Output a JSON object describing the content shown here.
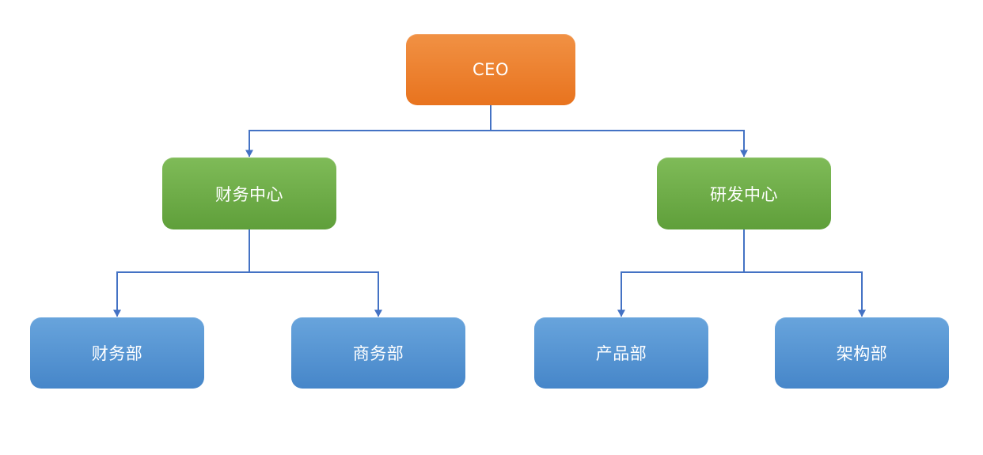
{
  "diagram": {
    "type": "org-chart",
    "nodes": [
      {
        "id": "ceo",
        "label": "CEO",
        "level": 1,
        "color": "orange"
      },
      {
        "id": "finance-center",
        "label": "财务中心",
        "level": 2,
        "parent": "ceo",
        "color": "green"
      },
      {
        "id": "rd-center",
        "label": "研发中心",
        "level": 2,
        "parent": "ceo",
        "color": "green"
      },
      {
        "id": "finance-dept",
        "label": "财务部",
        "level": 3,
        "parent": "finance-center",
        "color": "blue"
      },
      {
        "id": "business-dept",
        "label": "商务部",
        "level": 3,
        "parent": "finance-center",
        "color": "blue"
      },
      {
        "id": "product-dept",
        "label": "产品部",
        "level": 3,
        "parent": "rd-center",
        "color": "blue"
      },
      {
        "id": "architecture-dept",
        "label": "架构部",
        "level": 3,
        "parent": "rd-center",
        "color": "blue"
      }
    ],
    "edges": [
      {
        "from": "ceo",
        "to": "finance-center"
      },
      {
        "from": "ceo",
        "to": "rd-center"
      },
      {
        "from": "finance-center",
        "to": "finance-dept"
      },
      {
        "from": "finance-center",
        "to": "business-dept"
      },
      {
        "from": "rd-center",
        "to": "product-dept"
      },
      {
        "from": "rd-center",
        "to": "architecture-dept"
      }
    ],
    "colors": {
      "orange-top": "#F19144",
      "orange-bottom": "#E8731E",
      "green-top": "#7FBB58",
      "green-bottom": "#5F9F3A",
      "blue-top": "#68A4DC",
      "blue-bottom": "#4686C9",
      "connector": "#4472C4",
      "text": "#FFFFFF",
      "background": "#FFFFFF"
    }
  }
}
